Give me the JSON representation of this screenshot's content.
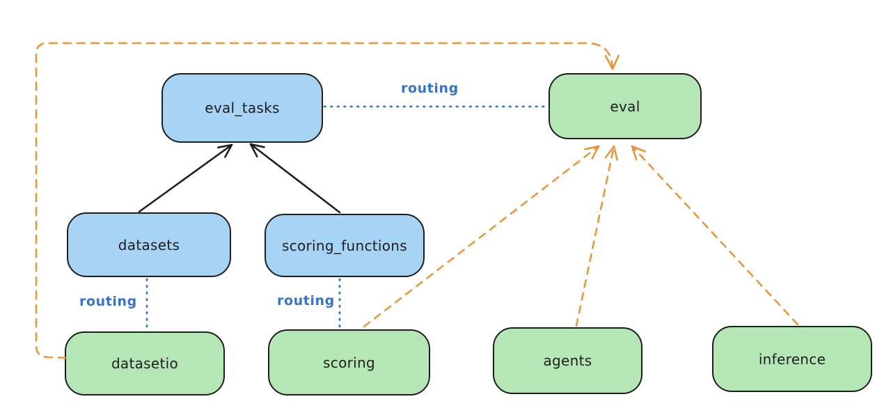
{
  "diagram": {
    "nodes": [
      {
        "id": "eval_tasks",
        "label": "eval_tasks",
        "kind": "resource",
        "fill": "#a7d3f4"
      },
      {
        "id": "eval",
        "label": "eval",
        "kind": "api",
        "fill": "#b5e6b5"
      },
      {
        "id": "datasets",
        "label": "datasets",
        "kind": "resource",
        "fill": "#a7d3f4"
      },
      {
        "id": "scoring_functions",
        "label": "scoring_functions",
        "kind": "resource",
        "fill": "#a7d3f4"
      },
      {
        "id": "datasetio",
        "label": "datasetio",
        "kind": "api",
        "fill": "#b5e6b5"
      },
      {
        "id": "scoring",
        "label": "scoring",
        "kind": "api",
        "fill": "#b5e6b5"
      },
      {
        "id": "agents",
        "label": "agents",
        "kind": "api",
        "fill": "#b5e6b5"
      },
      {
        "id": "inference",
        "label": "inference",
        "kind": "api",
        "fill": "#b5e6b5"
      }
    ],
    "edges": [
      {
        "from": "datasets",
        "to": "eval_tasks",
        "style": "solid-arrow",
        "color": "#1e1e1e"
      },
      {
        "from": "scoring_functions",
        "to": "eval_tasks",
        "style": "solid-arrow",
        "color": "#1e1e1e"
      },
      {
        "from": "eval_tasks",
        "to": "eval",
        "style": "dotted",
        "label": "routing",
        "color": "#3673c9"
      },
      {
        "from": "datasets",
        "to": "datasetio",
        "style": "dotted",
        "label": "routing",
        "color": "#3673c9"
      },
      {
        "from": "scoring_functions",
        "to": "scoring",
        "style": "dotted",
        "label": "routing",
        "color": "#3673c9"
      },
      {
        "from": "scoring",
        "to": "eval",
        "style": "dashed-arrow",
        "color": "#e8973f"
      },
      {
        "from": "agents",
        "to": "eval",
        "style": "dashed-arrow",
        "color": "#e8973f"
      },
      {
        "from": "inference",
        "to": "eval",
        "style": "dashed-arrow",
        "color": "#e8973f"
      },
      {
        "from": "datasetio",
        "to": "eval",
        "style": "dashed-arrow",
        "color": "#e8973f",
        "route": "around-left-and-top"
      }
    ],
    "edge_labels": [
      {
        "id": "routing-top",
        "text": "routing"
      },
      {
        "id": "routing-datasets",
        "text": "routing"
      },
      {
        "id": "routing-scoring",
        "text": "routing"
      }
    ],
    "colors": {
      "background": "#ffffff",
      "blue_fill": "#a7d3f4",
      "green_fill": "#b5e6b5",
      "stroke": "#1e1e1e",
      "orange": "#e8973f",
      "routing_blue": "#3673c9"
    }
  }
}
